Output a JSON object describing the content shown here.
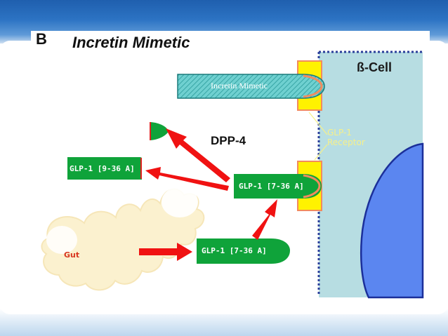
{
  "panel": {
    "letter": "B",
    "title": "Incretin Mimetic"
  },
  "cell": {
    "label": "ß-Cell"
  },
  "receptor": {
    "line1": "GLP-1",
    "line2": "Receptor"
  },
  "mimetic": {
    "label": "Incretin Mimetic"
  },
  "enzyme": {
    "label": "DPP-4"
  },
  "peptides": {
    "inactive": "GLP-1 [9-36 A]",
    "active_bound": "GLP-1 [7-36 A]",
    "active_released": "GLP-1 [7-36 A]"
  },
  "gut": {
    "label": "Gut"
  },
  "colors": {
    "header_blue": "#2c73c3",
    "cell_fill": "#b7dde2",
    "cell_border": "#2a3e9a",
    "receptor_fill": "#fff200",
    "receptor_border": "#f28b5e",
    "peptide_green": "#0fa33a",
    "arrow_red": "#f01212",
    "nucleus_blue": "#5b86f0",
    "mimetic_teal": "#5dc8c8"
  }
}
